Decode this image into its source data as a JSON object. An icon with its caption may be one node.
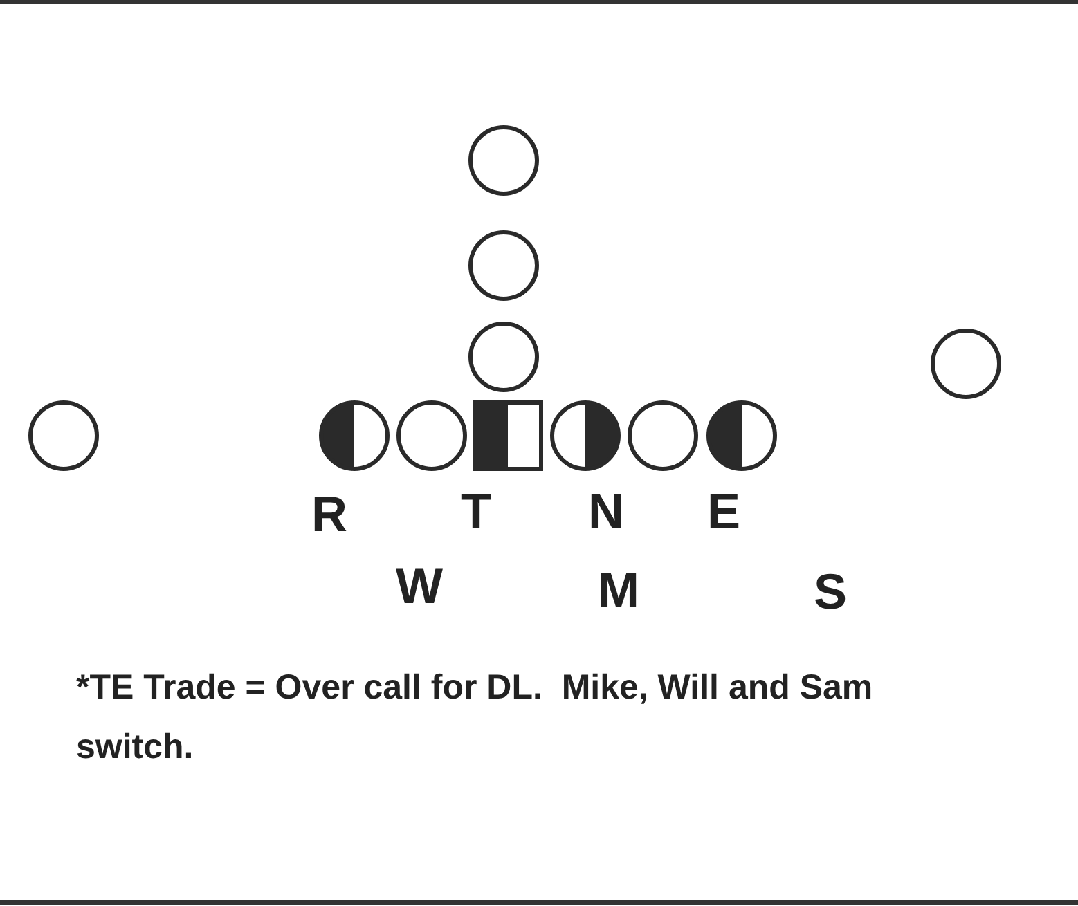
{
  "diagram": {
    "nodes": [
      {
        "text": [],
        "shape": "circle"
      },
      {
        "text": [],
        "shape": "circle"
      },
      {
        "text": [],
        "shape": "circle"
      },
      {
        "text": [],
        "shape": "circle"
      },
      {
        "text": [],
        "shape": "circle"
      },
      {
        "text": [],
        "shape": "circle"
      },
      {
        "text": [],
        "shape": "circle"
      },
      {
        "text": [],
        "shape": "box"
      },
      {
        "text": [],
        "shape": "circle"
      },
      {
        "text": [],
        "shape": "circle"
      },
      {
        "text": [],
        "shape": "circle"
      }
    ],
    "labels": [
      "R",
      "T",
      "N",
      "E",
      "W",
      "M",
      "S",
      "*TE Trade = Over call for DL.  Mike, Will and Sam switch."
    ]
  }
}
